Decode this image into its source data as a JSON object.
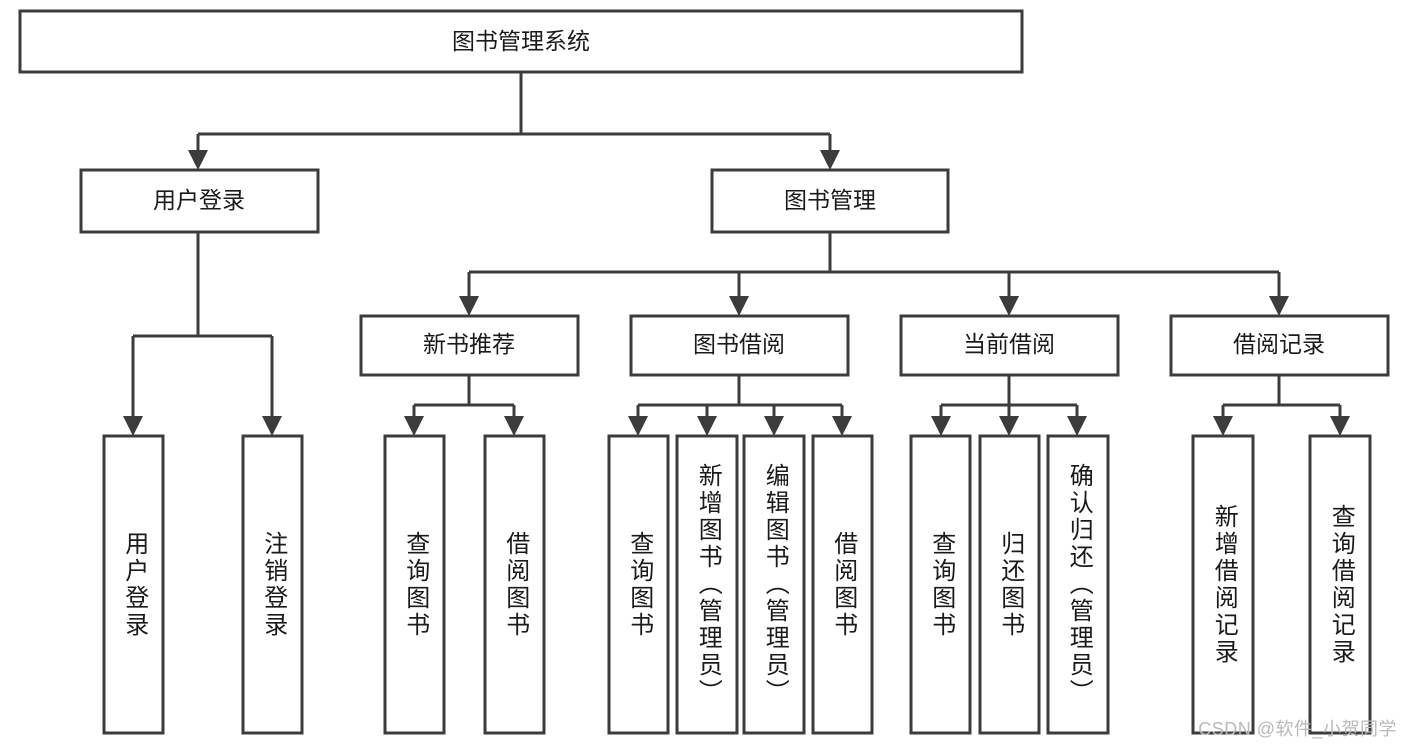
{
  "diagram": {
    "type": "tree",
    "title_node": {
      "label": "图书管理系统"
    },
    "level2": [
      {
        "label": "用户登录"
      },
      {
        "label": "图书管理"
      }
    ],
    "level3": [
      {
        "label": "新书推荐"
      },
      {
        "label": "图书借阅"
      },
      {
        "label": "当前借阅"
      },
      {
        "label": "借阅记录"
      }
    ],
    "leaves": {
      "user_login": [
        {
          "label": "用户登录"
        },
        {
          "label": "注销登录"
        }
      ],
      "new_book_recommend": [
        {
          "label": "查询图书"
        },
        {
          "label": "借阅图书"
        }
      ],
      "book_borrow": [
        {
          "label": "查询图书"
        },
        {
          "label": "新增图书（管理员）"
        },
        {
          "label": "编辑图书（管理员）"
        },
        {
          "label": "借阅图书"
        }
      ],
      "current_borrow": [
        {
          "label": "查询图书"
        },
        {
          "label": "归还图书"
        },
        {
          "label": "确认归还（管理员）"
        }
      ],
      "borrow_record": [
        {
          "label": "新增借阅记录"
        },
        {
          "label": "查询借阅记录"
        }
      ]
    }
  },
  "watermark": {
    "text": "CSDN @软件_小贺同学"
  },
  "colors": {
    "box_stroke": "#3c3c3c",
    "box_fill": "#ffffff",
    "text": "#1a1a1a",
    "watermark": "#b9b9b9",
    "background": "#ffffff"
  }
}
